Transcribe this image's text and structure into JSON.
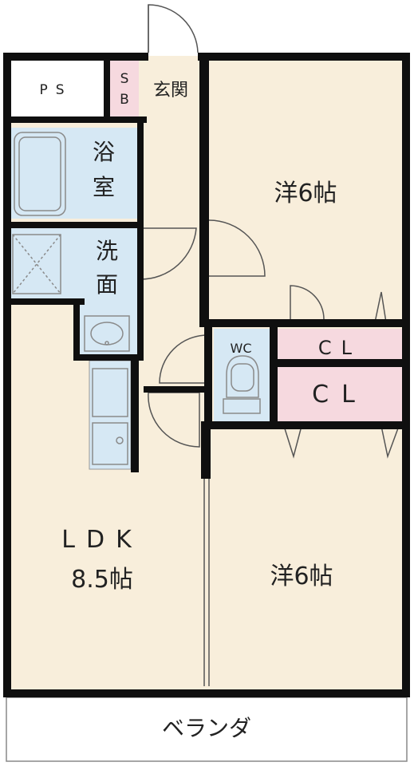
{
  "rooms": {
    "ps": "PS",
    "sb_top": "S",
    "sb_bottom": "B",
    "entrance": "玄関",
    "bath_line1": "浴",
    "bath_line2": "室",
    "washroom_line1": "洗",
    "washroom_line2": "面",
    "western_room_top": "洋6帖",
    "wc": "WC",
    "closet_upper": "CL",
    "closet_lower": "CL",
    "ldk_line1": "LDK",
    "ldk_line2": "8.5帖",
    "western_room_bottom": "洋6帖",
    "balcony": "ベランダ"
  },
  "colors": {
    "floor": "#f8eedb",
    "water_area": "#d6e8f4",
    "closet": "#f6d9df",
    "wall": "#0f0f0f"
  }
}
